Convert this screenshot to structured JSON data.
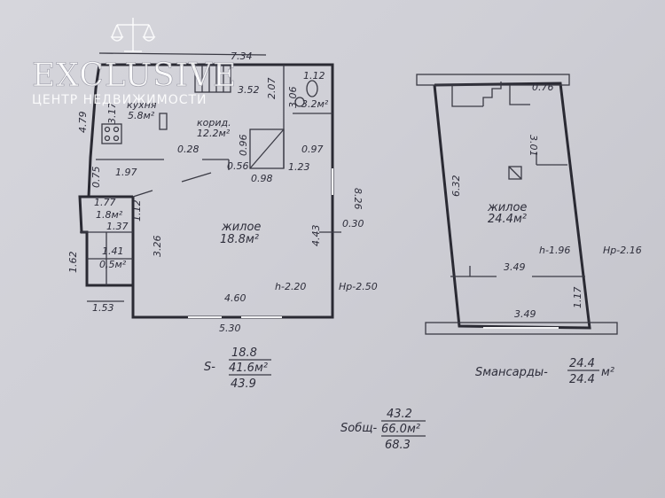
{
  "watermark": {
    "brand": "EXCLUSIVE",
    "tagline": "ЦЕНТР НЕДВИЖИМОСТИ"
  },
  "ground_floor": {
    "rooms": {
      "kitchen": {
        "name": "кухня",
        "area": "5.8м²"
      },
      "corridor": {
        "name": "корид.",
        "area": "12.2м²"
      },
      "bath": {
        "area": "3.2м²"
      },
      "small_room": {
        "area": "1.8м²"
      },
      "closet": {
        "area": "0,5м²"
      },
      "living": {
        "name": "жилое",
        "area": "18.8м²"
      }
    },
    "dims": {
      "d734": "7.34",
      "d352": "3.52",
      "d112a": "1.12",
      "d207": "2.07",
      "d306": "3.06",
      "d479": "4.79",
      "d317": "3.17",
      "d028": "0.28",
      "d096": "0.96",
      "d097": "0.97",
      "d197": "1.97",
      "d056": "0.56",
      "d123": "1.23",
      "d075": "0.75",
      "d098": "0.98",
      "d826": "8.26",
      "d177": "1.77",
      "d112b": "1.12",
      "d137": "1.37",
      "d326": "3.26",
      "d443": "4.43",
      "d030": "0.30",
      "d141": "1.41",
      "d162": "1.62",
      "d460": "4.60",
      "d153": "1.53",
      "d530": "5.30"
    },
    "height": "h-2.20",
    "floor_height": "Hp-2.50"
  },
  "attic": {
    "room": {
      "name": "жилое",
      "area": "24.4м²"
    },
    "dims": {
      "d076": "0.76",
      "d301": "3.01",
      "d632": "6.32",
      "d349a": "3.49",
      "d117": "1.17",
      "d349b": "3.49"
    },
    "height": "h-1.96",
    "floor_height": "Hp-2.16"
  },
  "summary": {
    "s_prefix": "S-",
    "s_values": [
      "18.8",
      "41.6м²",
      "43.9"
    ],
    "attic_prefix": "Sмансарды-",
    "attic_values": [
      "24.4",
      "24.4"
    ],
    "attic_unit": "м²",
    "total_prefix": "Sобщ-",
    "total_values": [
      "43.2",
      "66.0м²",
      "68.3"
    ]
  }
}
